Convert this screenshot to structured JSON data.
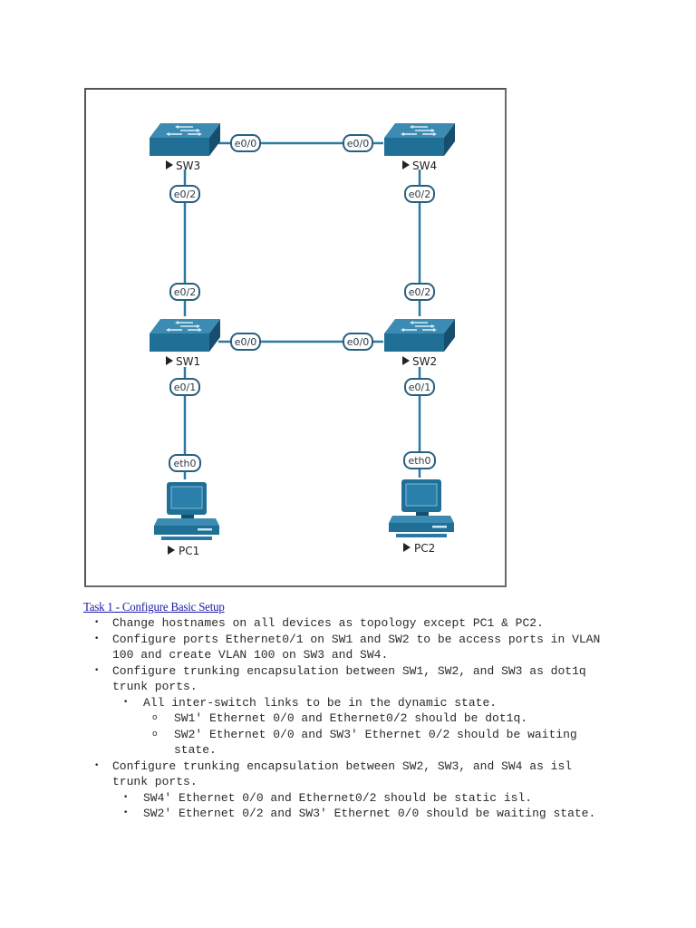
{
  "diagram": {
    "colors": {
      "device": "#1f6f96",
      "device_dark": "#154f6d",
      "device_light": "#3b8bb3",
      "link": "#2a78a6",
      "port_border": "#2a5f80"
    },
    "devices": [
      {
        "id": "sw3",
        "label": "SW3",
        "type": "switch"
      },
      {
        "id": "sw4",
        "label": "SW4",
        "type": "switch"
      },
      {
        "id": "sw1",
        "label": "SW1",
        "type": "switch"
      },
      {
        "id": "sw2",
        "label": "SW2",
        "type": "switch"
      },
      {
        "id": "pc1",
        "label": "PC1",
        "type": "pc"
      },
      {
        "id": "pc2",
        "label": "PC2",
        "type": "pc"
      }
    ],
    "ports": {
      "sw3_e00": "e0/0",
      "sw4_e00": "e0/0",
      "sw3_e02": "e0/2",
      "sw4_e02": "e0/2",
      "sw1_e02": "e0/2",
      "sw2_e02": "e0/2",
      "sw1_e00": "e0/0",
      "sw2_e00": "e0/0",
      "sw1_e01": "e0/1",
      "sw2_e01": "e0/1",
      "pc1_eth0": "eth0",
      "pc2_eth0": "eth0"
    }
  },
  "task": {
    "title": "Task 1 - Configure Basic Setup",
    "items": [
      {
        "level": 1,
        "bullet": "•",
        "text": "Change hostnames on all devices as topology except PC1 & PC2."
      },
      {
        "level": 1,
        "bullet": "•",
        "text": "Configure ports Ethernet0/1 on SW1 and SW2 to be access ports in VLAN 100 and create VLAN 100 on SW3 and SW4."
      },
      {
        "level": 1,
        "bullet": "•",
        "text": "Configure trunking encapsulation between SW1, SW2, and SW3 as dot1q trunk ports."
      },
      {
        "level": 2,
        "bullet": "•",
        "text": "All inter-switch links to be in the dynamic state."
      },
      {
        "level": 3,
        "bullet": "o",
        "text": "SW1' Ethernet 0/0 and Ethernet0/2 should be dot1q."
      },
      {
        "level": 3,
        "bullet": "o",
        "text": "SW2' Ethernet 0/0 and SW3' Ethernet 0/2 should be waiting state."
      },
      {
        "level": 1,
        "bullet": "•",
        "text": "Configure trunking encapsulation between SW2, SW3, and SW4 as isl trunk ports."
      },
      {
        "level": 2,
        "bullet": "•",
        "text": "SW4' Ethernet 0/0 and Ethernet0/2 should be static isl."
      },
      {
        "level": 2,
        "bullet": "•",
        "text": "SW2' Ethernet 0/2 and SW3' Ethernet 0/0 should be waiting state."
      }
    ]
  }
}
